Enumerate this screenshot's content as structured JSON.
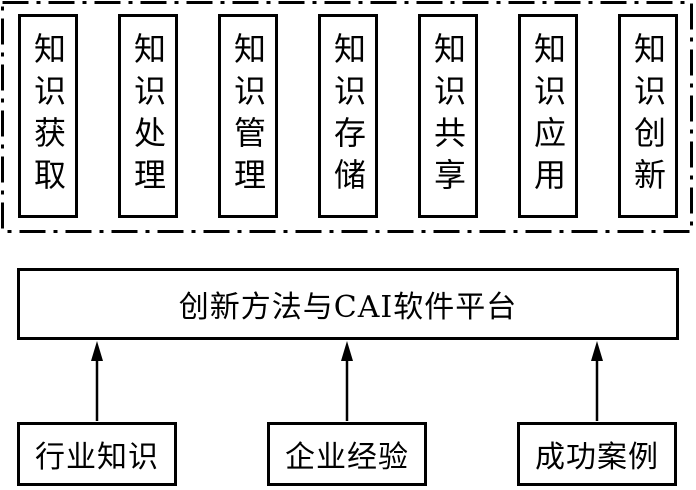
{
  "knowledge_stages": [
    {
      "label": "知识获取"
    },
    {
      "label": "知识处理"
    },
    {
      "label": "知识管理"
    },
    {
      "label": "知识存储"
    },
    {
      "label": "知识共享"
    },
    {
      "label": "知识应用"
    },
    {
      "label": "知识创新"
    }
  ],
  "platform": {
    "label": "创新方法与CAI软件平台"
  },
  "sources": [
    {
      "label": "行业知识"
    },
    {
      "label": "企业经验"
    },
    {
      "label": "成功案例"
    }
  ]
}
